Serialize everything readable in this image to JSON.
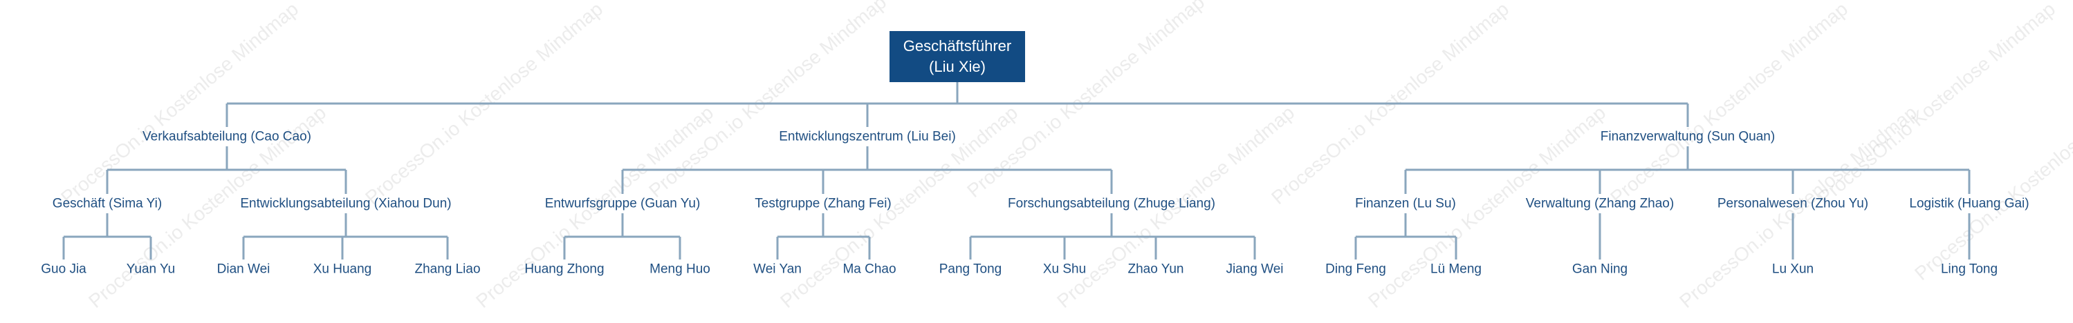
{
  "watermark": "ProcessOn.io Kostenlose Mindmap",
  "colors": {
    "root_fill": "#124b83",
    "text": "#1f4f82",
    "line": "#8aa6bd"
  },
  "root": {
    "line1": "Geschäftsführer",
    "line2": "(Liu Xie)"
  },
  "departments": [
    {
      "label": "Verkaufsabteilung (Cao Cao)",
      "groups": [
        {
          "label": "Geschäft (Sima Yi)",
          "members": [
            "Guo Jia",
            "Yuan Yu"
          ]
        },
        {
          "label": "Entwicklungsabteilung (Xiahou Dun)",
          "members": [
            "Dian Wei",
            "Xu Huang",
            "Zhang Liao"
          ]
        }
      ]
    },
    {
      "label": "Entwicklungszentrum (Liu Bei)",
      "groups": [
        {
          "label": "Entwurfsgruppe (Guan Yu)",
          "members": [
            "Huang Zhong",
            "Meng Huo"
          ]
        },
        {
          "label": "Testgruppe (Zhang Fei)",
          "members": [
            "Wei Yan",
            "Ma Chao"
          ]
        },
        {
          "label": "Forschungsabteilung (Zhuge Liang)",
          "members": [
            "Pang Tong",
            "Xu Shu",
            "Zhao Yun",
            "Jiang Wei"
          ]
        }
      ]
    },
    {
      "label": "Finanzverwaltung (Sun Quan)",
      "groups": [
        {
          "label": "Finanzen (Lu Su)",
          "members": [
            "Ding Feng",
            "Lü Meng"
          ]
        },
        {
          "label": "Verwaltung (Zhang Zhao)",
          "members": [
            "Gan Ning"
          ]
        },
        {
          "label": "Personalwesen (Zhou Yu)",
          "members": [
            "Lu Xun"
          ]
        },
        {
          "label": "Logistik (Huang Gai)",
          "members": [
            "Ling Tong"
          ]
        }
      ]
    }
  ]
}
